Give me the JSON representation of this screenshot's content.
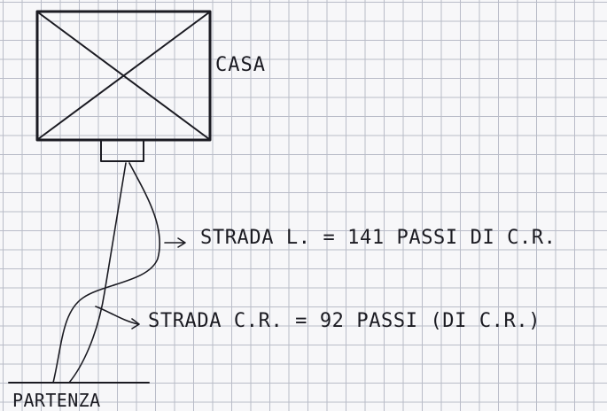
{
  "labels": {
    "house": "CASA",
    "route_long": "STRADA L. = 141 PASSI DI C.R.",
    "route_short": "STRADA C.R. = 92 PASSI (DI C.R.)",
    "start": "PARTENZA"
  },
  "colors": {
    "ink": "#1b1b22",
    "paper": "#f7f7f9",
    "grid": "#b9bcc8"
  }
}
